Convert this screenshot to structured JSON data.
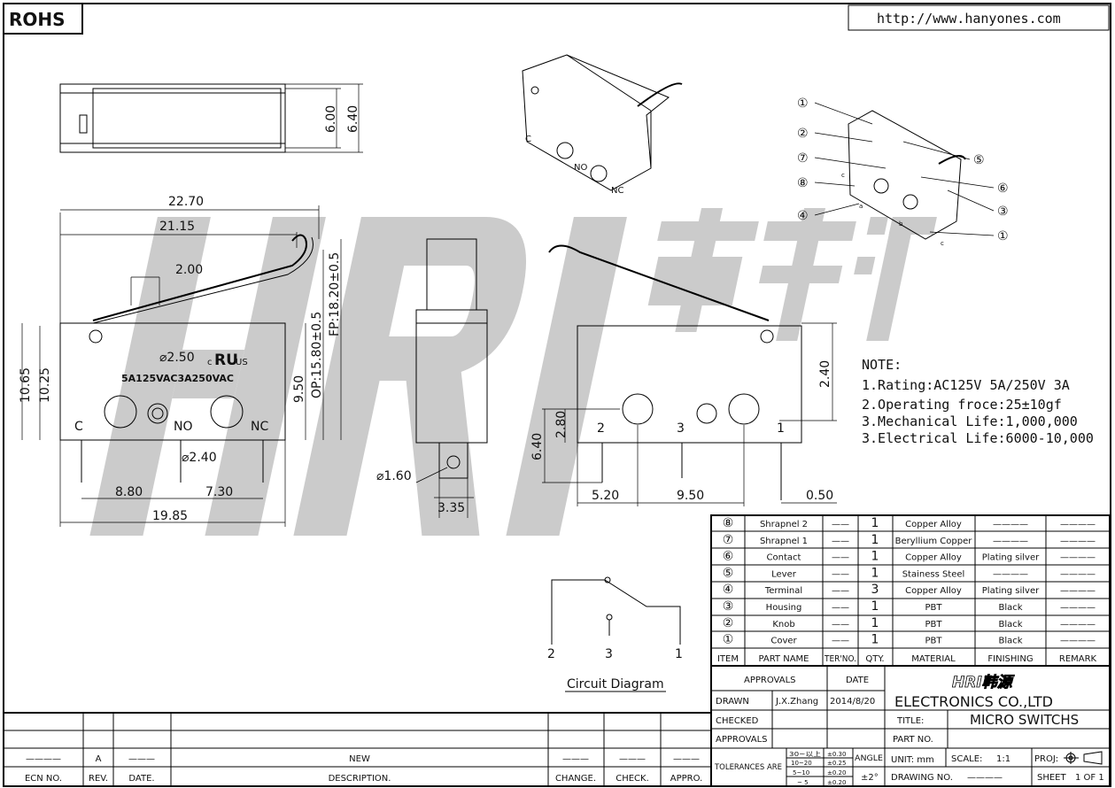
{
  "header": {
    "rohs": "ROHS",
    "url": "http://www.hanyones.com"
  },
  "watermark": {
    "text": "HRI",
    "cn": "韩源"
  },
  "top_view": {
    "dims": [
      "6.00",
      "6.40"
    ]
  },
  "side_view": {
    "dims": [
      "22.70",
      "21.15",
      "2.00",
      "10.65",
      "10.25",
      "9.50",
      "OP:15.80±0.5",
      "FP:18.20±0.5",
      "⌀2.50",
      "⌀2.40",
      "8.80",
      "7.30",
      "19.85"
    ],
    "marking": "5A125VAC3A250VAC",
    "cert": "c",
    "cert_ur": "RU",
    "cert_us": "US",
    "terminals": [
      "C",
      "NO",
      "NC"
    ]
  },
  "end_view": {
    "dims": [
      "⌀1.60",
      "3.35"
    ]
  },
  "rear_view": {
    "dims": [
      "2.40",
      "2.80",
      "6.40",
      "5.20",
      "9.50",
      "0.50"
    ],
    "pins": [
      "2",
      "3",
      "1"
    ]
  },
  "iso_view": {
    "marks": [
      "C",
      "NO",
      "NC"
    ]
  },
  "exploded": {
    "balloons": [
      "①",
      "②",
      "⑦",
      "⑧",
      "④",
      "⑤",
      "⑥",
      "③",
      "①"
    ],
    "letters": [
      "a",
      "b",
      "c",
      "c"
    ]
  },
  "note": {
    "title": "NOTE:",
    "lines": [
      "1.Rating:AC125V 5A/250V 3A",
      "2.Operating froce:25±10gf",
      "3.Mechanical Life:1,000,000",
      "3.Electrical Life:6000-10,000"
    ]
  },
  "circuit": {
    "pins": [
      "2",
      "3",
      "1"
    ],
    "caption": "Circuit Diagram"
  },
  "bom": {
    "headers": [
      "ITEM",
      "PART NAME",
      "TER'NO.",
      "QTY.",
      "MATERIAL",
      "FINISHING",
      "REMARK"
    ],
    "rows": [
      {
        "item": "⑧",
        "name": "Shrapnel 2",
        "ter": "——",
        "qty": "1",
        "material": "Copper Alloy",
        "finishing": "————",
        "remark": "————"
      },
      {
        "item": "⑦",
        "name": "Shrapnel 1",
        "ter": "——",
        "qty": "1",
        "material": "Beryllium Copper",
        "finishing": "————",
        "remark": "————"
      },
      {
        "item": "⑥",
        "name": "Contact",
        "ter": "——",
        "qty": "1",
        "material": "Copper Alloy",
        "finishing": "Plating silver",
        "remark": "————"
      },
      {
        "item": "⑤",
        "name": "Lever",
        "ter": "——",
        "qty": "1",
        "material": "Stainess Steel",
        "finishing": "————",
        "remark": "————"
      },
      {
        "item": "④",
        "name": "Terminal",
        "ter": "——",
        "qty": "3",
        "material": "Copper Alloy",
        "finishing": "Plating silver",
        "remark": "————"
      },
      {
        "item": "③",
        "name": "Housing",
        "ter": "——",
        "qty": "1",
        "material": "PBT",
        "finishing": "Black",
        "remark": "————"
      },
      {
        "item": "②",
        "name": "Knob",
        "ter": "——",
        "qty": "1",
        "material": "PBT",
        "finishing": "Black",
        "remark": "————"
      },
      {
        "item": "①",
        "name": "Cover",
        "ter": "——",
        "qty": "1",
        "material": "PBT",
        "finishing": "Black",
        "remark": "————"
      }
    ]
  },
  "title_block": {
    "approvals": "APPROVALS",
    "date": "DATE",
    "drawn": "DRAWN",
    "drawn_by": "J.X.Zhang",
    "drawn_date": "2014/8/20",
    "checked": "CHECKED",
    "approvals2": "APPROVALS",
    "tolerances": "TOLERANCES ARE",
    "tol_ranges": [
      "30~以上",
      "10~20",
      "5~10",
      "~ 5"
    ],
    "tol_values": [
      "±0.30",
      "±0.25",
      "±0.20",
      "±0.20"
    ],
    "angle": "ANGLE",
    "angle_tol": "±2°",
    "logo": "HRI韩源",
    "company": "ELECTRONICS CO.,LTD",
    "title_label": "TITLE:",
    "title": "MICRO SWITCHS",
    "part_no": "PART NO.",
    "unit": "UNIT: mm",
    "scale": "SCALE:",
    "scale_value": "1:1",
    "proj": "PROJ:",
    "drawing_no": "DRAWING NO.",
    "drawing_no_value": "————",
    "sheet": "SHEET",
    "sheet_value": "1 OF 1"
  },
  "revision": {
    "headers": [
      "ECN NO.",
      "REV.",
      "DATE.",
      "DESCRIPTION.",
      "CHANGE.",
      "CHECK.",
      "APPRO."
    ],
    "row": [
      "————",
      "A",
      "———",
      "NEW",
      "———",
      "———",
      "———"
    ]
  }
}
